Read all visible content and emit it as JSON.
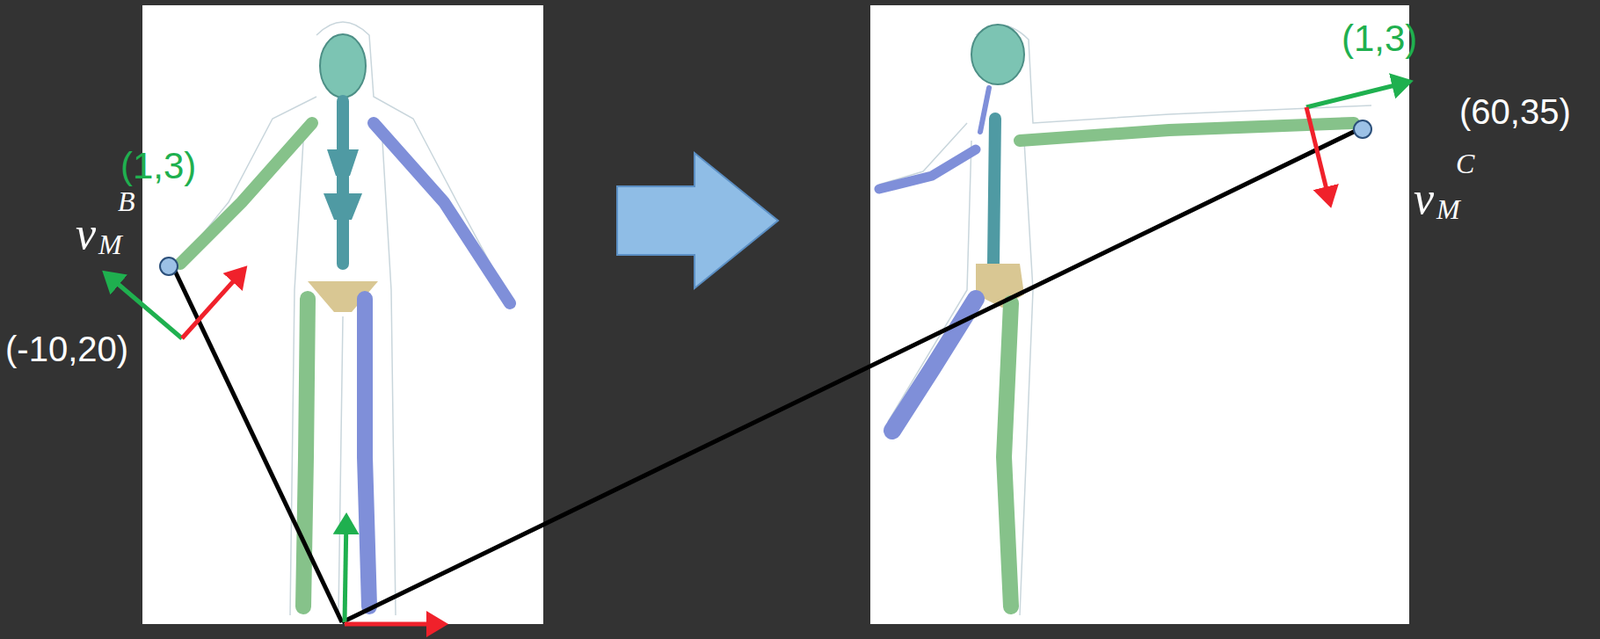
{
  "diagram": {
    "labels": [
      "(1,3)",
      "v",
      "B",
      "M",
      "(-10,20)",
      "(1,3)",
      "(60,35)",
      "v",
      "C",
      "M"
    ]
  }
}
